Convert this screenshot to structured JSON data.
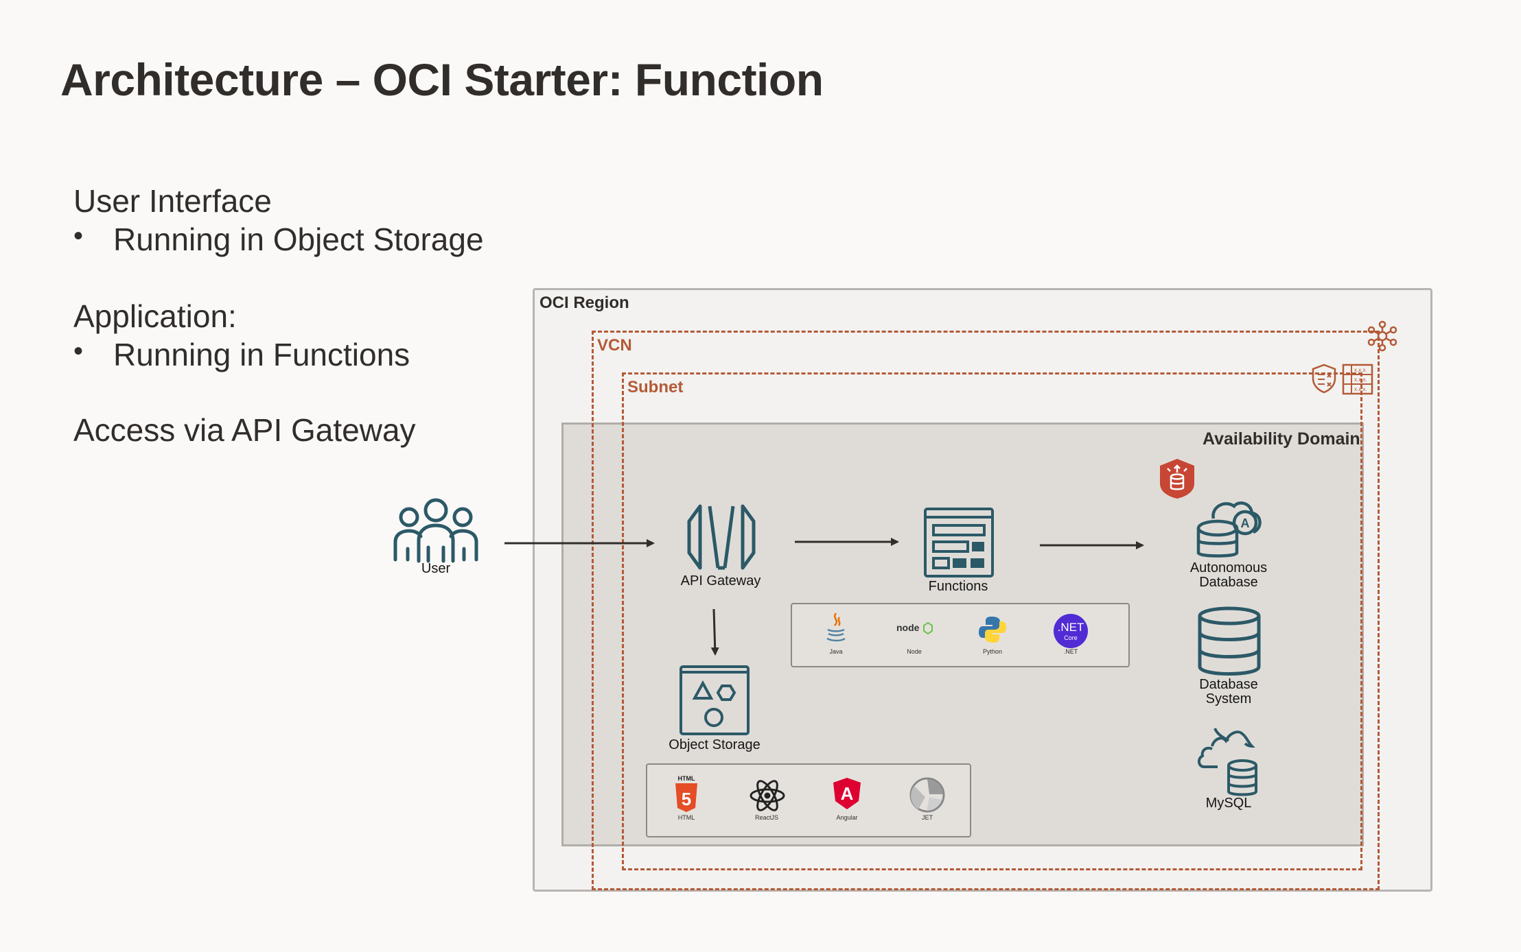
{
  "title": "Architecture – OCI Starter: Function",
  "bullets": {
    "ui_heading": "User Interface",
    "ui_item": "Running in Object Storage",
    "app_heading": "Application:",
    "app_item": "Running in Functions",
    "access": "Access via API Gateway",
    "bullet_glyph": "•"
  },
  "diagram": {
    "region_label": "OCI Region",
    "vcn_label": "VCN",
    "subnet_label": "Subnet",
    "ad_label": "Availability Domain",
    "user_label": "User",
    "api_gateway_label": "API Gateway",
    "functions_label": "Functions",
    "object_storage_label": "Object Storage",
    "autonomous_db_label_1": "Autonomous",
    "autonomous_db_label_2": "Database",
    "db_system_label_1": "Database",
    "db_system_label_2": "System",
    "mysql_label": "MySQL",
    "function_langs": [
      "Java",
      "Node",
      "Python",
      ".NET"
    ],
    "ui_frameworks": [
      "HTML",
      "ReactJS",
      "Angular",
      "JET"
    ],
    "node_logo_text": "node",
    "net_logo_text": ".NET",
    "net_logo_sub": "Core",
    "html5_logo_text": "HTML",
    "html5_digit": "5",
    "angular_letter": "A",
    "adb_letter": "A",
    "grid_text": "x.x.x."
  },
  "colors": {
    "icon": "#2c5967",
    "accent": "#b35a36",
    "oracle_red": "#c74634"
  }
}
